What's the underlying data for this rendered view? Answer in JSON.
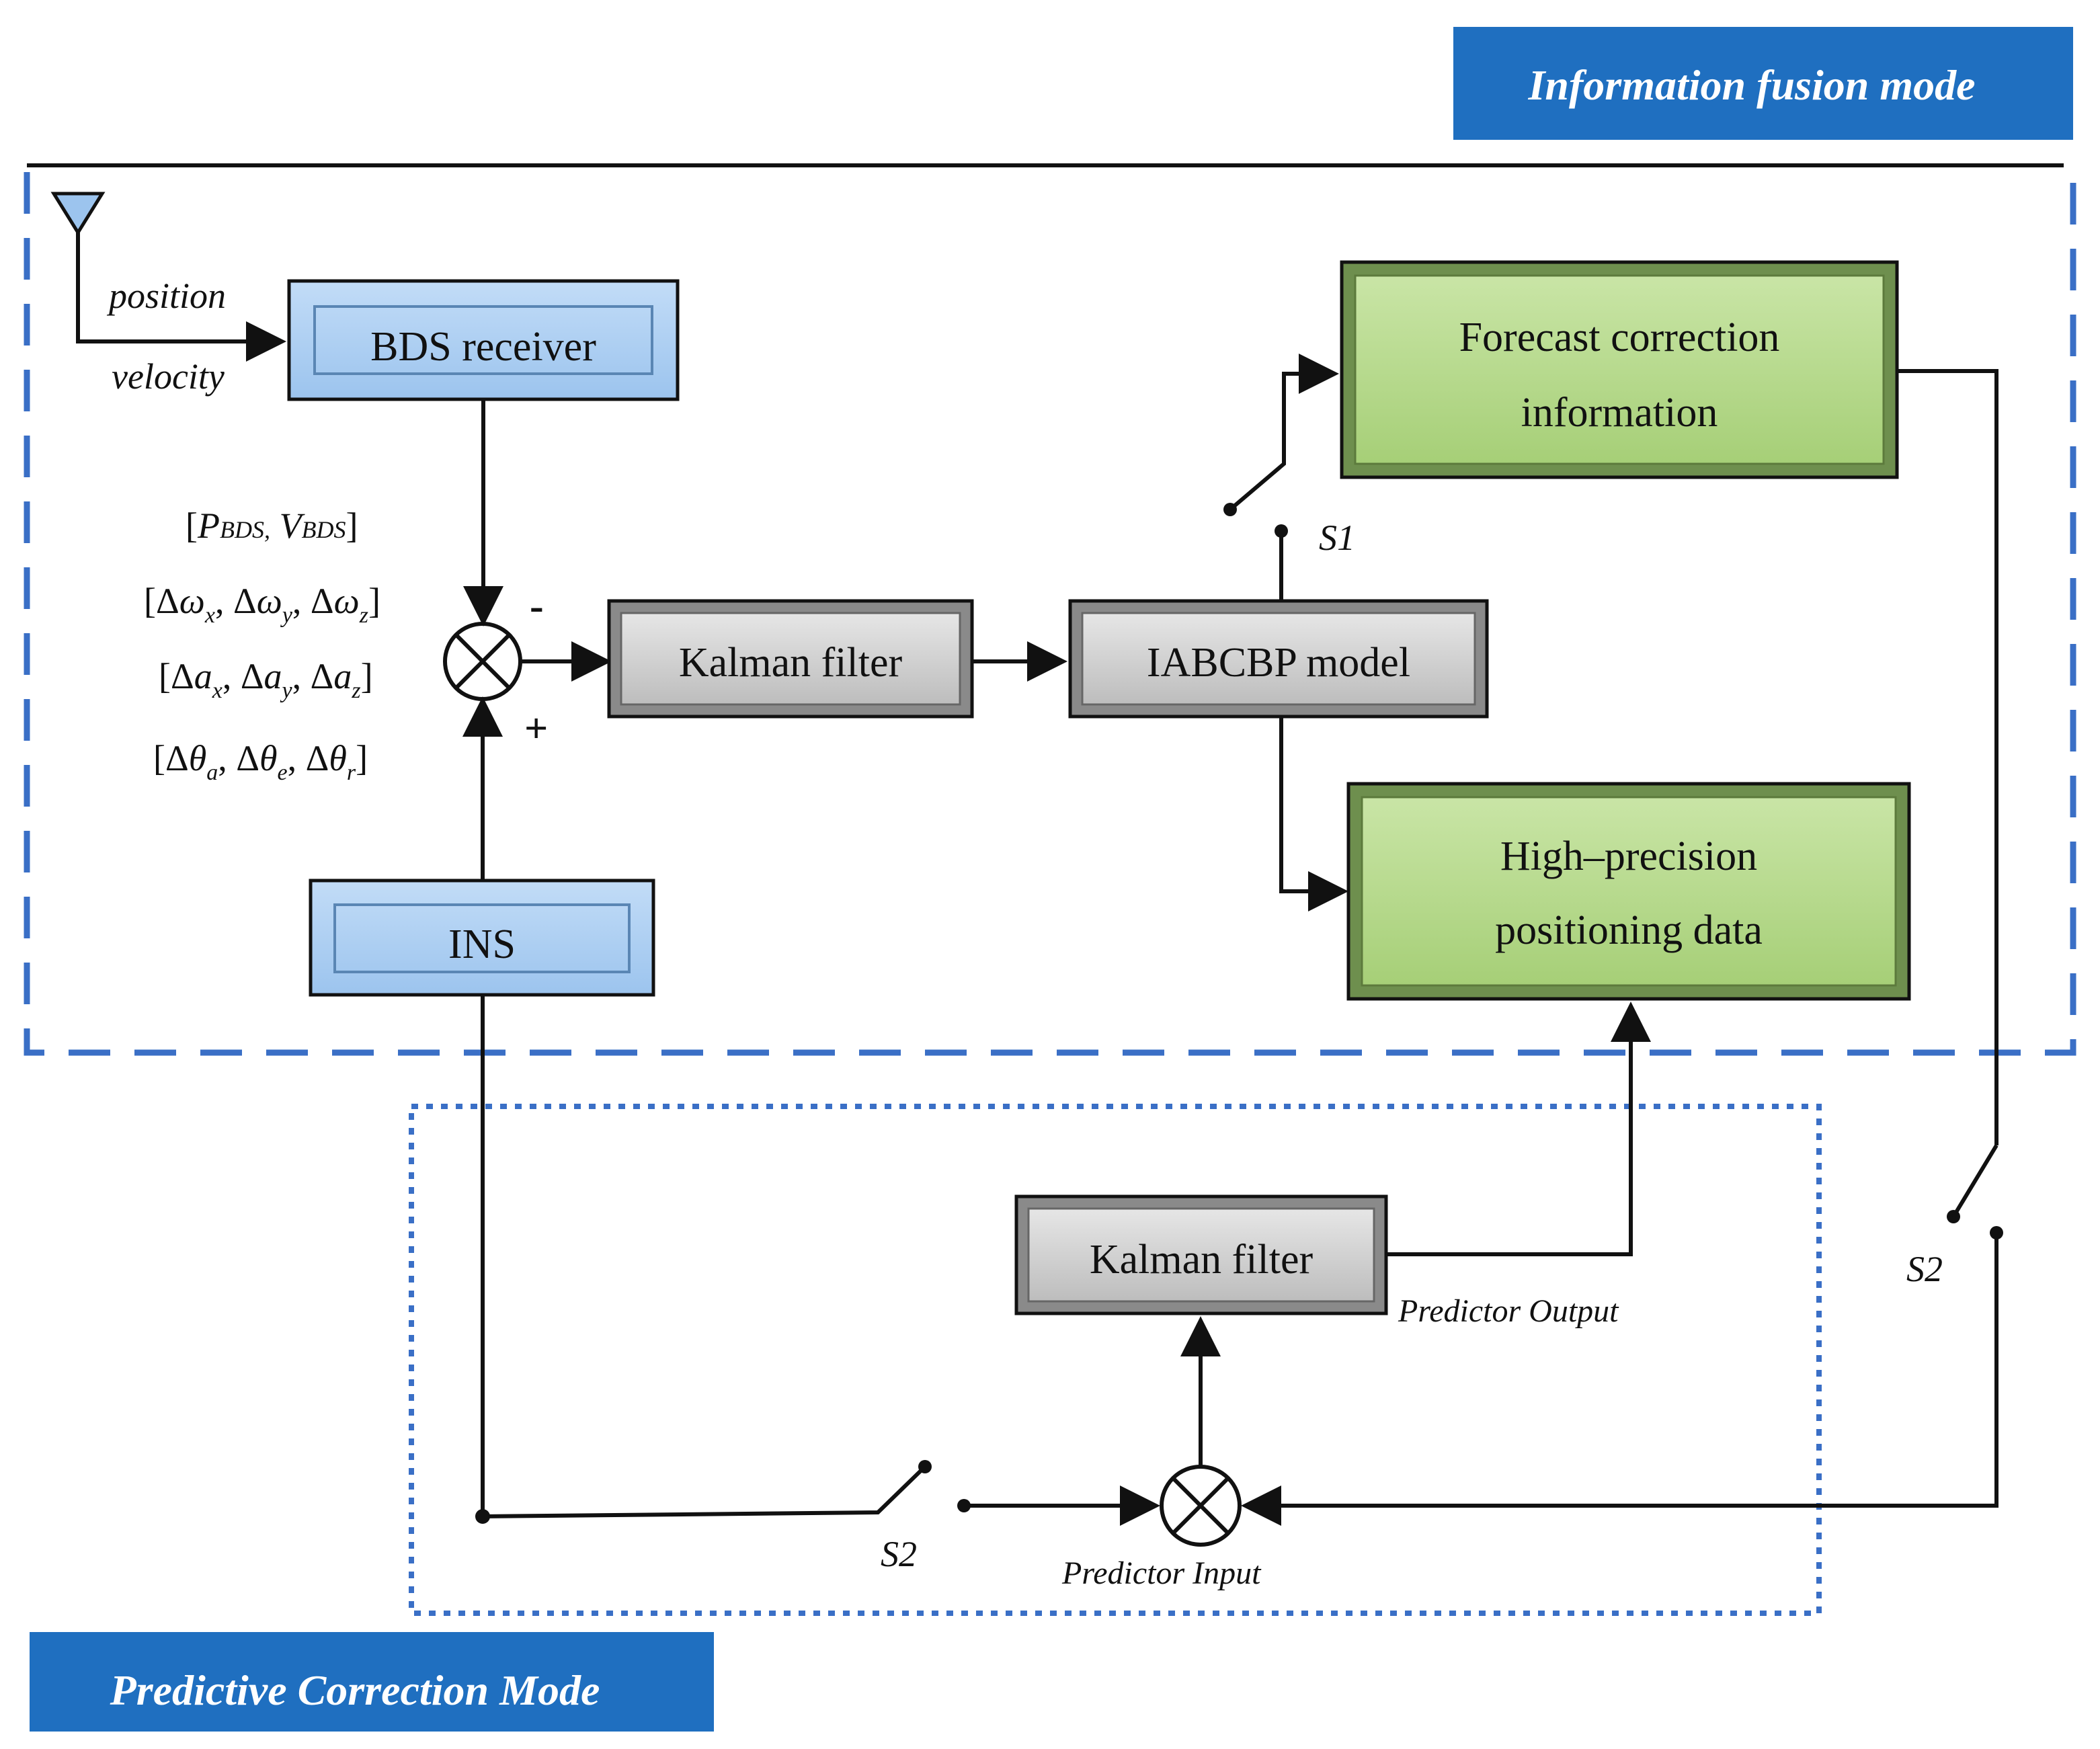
{
  "modes": {
    "fusion": "Information fusion mode",
    "predictive": "Predictive Correction Mode"
  },
  "blocks": {
    "bds_receiver": "BDS receiver",
    "ins": "INS",
    "kalman_top": "Kalman filter",
    "kalman_bottom": "Kalman filter",
    "iabcbp": "IABCBP model",
    "forecast_line1": "Forecast correction",
    "forecast_line2": "information",
    "highprec_line1": "High–precision",
    "highprec_line2": "positioning data"
  },
  "labels": {
    "position": "position",
    "velocity": "velocity",
    "minus": "-",
    "plus": "+",
    "s1": "S1",
    "s2_right": "S2",
    "s2_bottom": "S2",
    "predictor_output": "Predictor Output",
    "predictor_input": "Predictor Input"
  },
  "vectors": {
    "row1": {
      "open": "[",
      "p": "P",
      "p_sub": "BDS,",
      "v": " V",
      "v_sub": "BDS",
      "close": "]"
    },
    "row2": {
      "open": "[Δ",
      "a": "ω",
      "a_sub": "x",
      "sep1": ", Δ",
      "b": "ω",
      "b_sub": "y",
      "sep2": ", Δ",
      "c": "ω",
      "c_sub": "z",
      "close": "]"
    },
    "row3": {
      "open": "[Δ",
      "a": "a",
      "a_sub": "x",
      "sep1": ", Δ",
      "b": "a",
      "b_sub": "y",
      "sep2": ", Δ",
      "c": "a",
      "c_sub": "z",
      "close": "]"
    },
    "row4": {
      "open": "[Δ",
      "a": "θ",
      "a_sub": "a",
      "sep1": ", Δ",
      "b": "θ",
      "b_sub": "e",
      "sep2": ", Δ",
      "c": "θ",
      "c_sub": "r",
      "close": "]"
    }
  },
  "colors": {
    "banner": "#1f6fc0",
    "blue_block": "#a9cdf2",
    "gray_block": "#cfcfcf",
    "green_block": "#b5d98d",
    "dash_fusion": "#3a6fc6",
    "dot_predictive": "#3a6fc6"
  }
}
